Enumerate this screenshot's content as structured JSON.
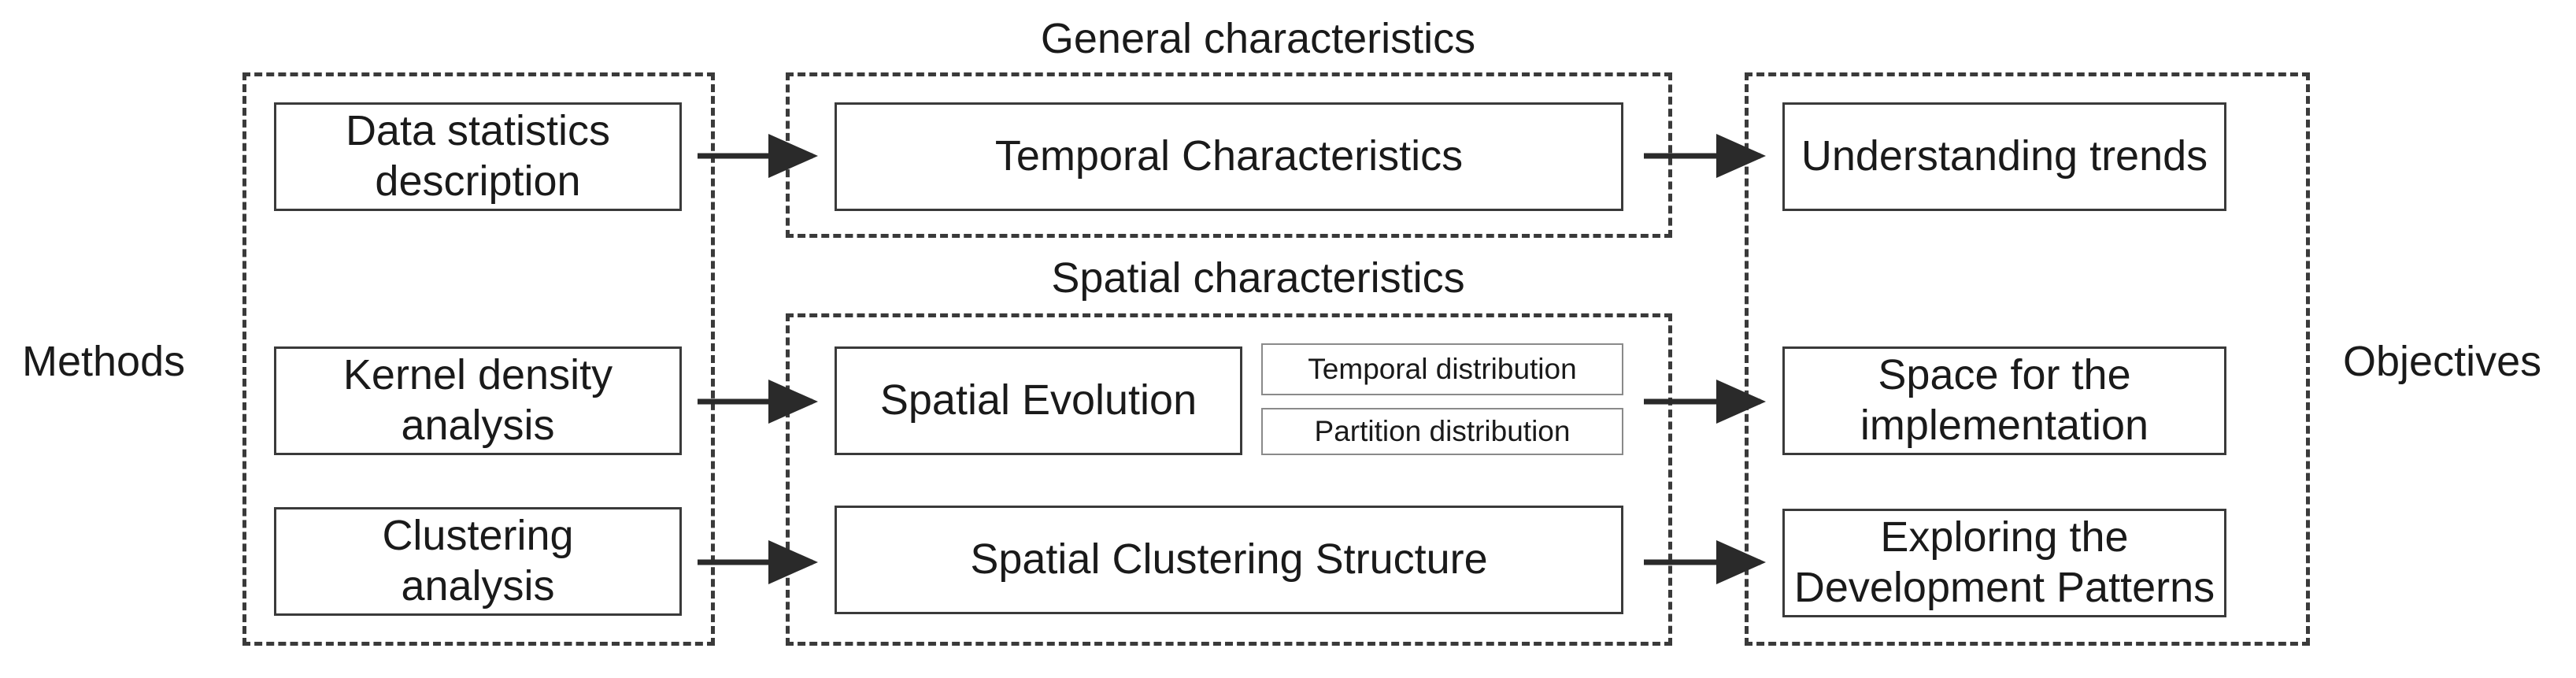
{
  "side_labels": {
    "left": "Methods",
    "right": "Objectives"
  },
  "group_titles": {
    "general": "General characteristics",
    "spatial": "Spatial characteristics"
  },
  "methods": [
    "Data statistics\ndescription",
    "Kernel density\nanalysis",
    "Clustering\nanalysis"
  ],
  "characteristics": {
    "temporal": "Temporal Characteristics",
    "spatial_evolution": "Spatial Evolution",
    "temporal_distribution": "Temporal distribution",
    "partition_distribution": "Partition distribution",
    "spatial_clustering": "Spatial Clustering Structure"
  },
  "objectives": [
    "Understanding trends",
    "Space for the\nimplementation",
    "Exploring the\nDevelopment Patterns"
  ]
}
